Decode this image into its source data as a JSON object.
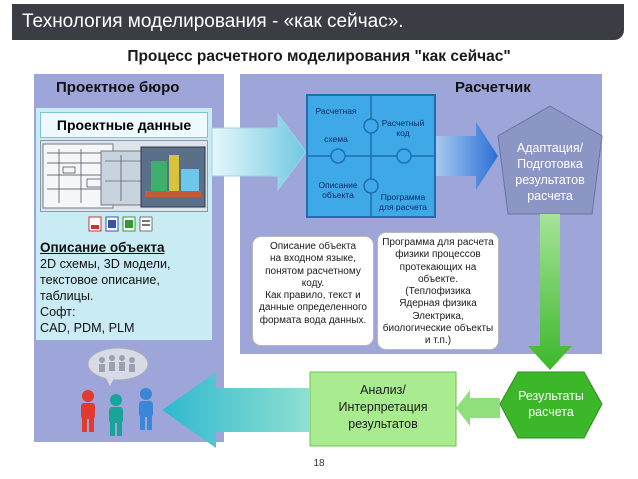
{
  "slide_title": "Технология моделирования - «как сейчас».",
  "diagram_title": "Процесс расчетного моделирования \"как сейчас\"",
  "left_panel": {
    "title": "Проектное бюро",
    "data_header": "Проектные данные",
    "description_heading": "Описание объекта",
    "description_lines": [
      "2D схемы, 3D модели,",
      "текстовое описание,",
      "таблицы.",
      "Софт:",
      "CAD, PDM, PLM"
    ]
  },
  "right_panel": {
    "title": "Расчетчик",
    "puzzle": {
      "piece_1": [
        "Расчетная",
        "схема"
      ],
      "piece_2": [
        "Расчетный",
        "код"
      ],
      "piece_3": [
        "Описание",
        "объекта"
      ],
      "piece_4": [
        "Программа",
        "для расчета"
      ]
    },
    "note_object": [
      "Описание объекта",
      "на входном языке,",
      "понятом расчетному",
      "коду.",
      "Как правило, текст и",
      "данные определенного",
      "формата вода данных."
    ],
    "note_program": [
      "Программа для расчета",
      "физики процессов",
      "протекающих на",
      "объекте.",
      "(Теплофизика",
      "Ядерная физика",
      "Электрика,",
      "биологические объекты",
      "и т.п.)"
    ]
  },
  "adaptation": [
    "Адаптация/",
    "Подготовка",
    "результатов",
    "расчета"
  ],
  "results": [
    "Результаты",
    "расчета"
  ],
  "analysis": [
    "Анализ/",
    "Интерпретация",
    "результатов"
  ],
  "page_number": "18",
  "colors": {
    "title_bar": "#3a3d44",
    "panel": "#9ea6d9",
    "data_box": "#c8ebf4",
    "puzzle": "#3ea9e6",
    "green": "#4fc63a",
    "adaptation": "#8c96c4"
  }
}
